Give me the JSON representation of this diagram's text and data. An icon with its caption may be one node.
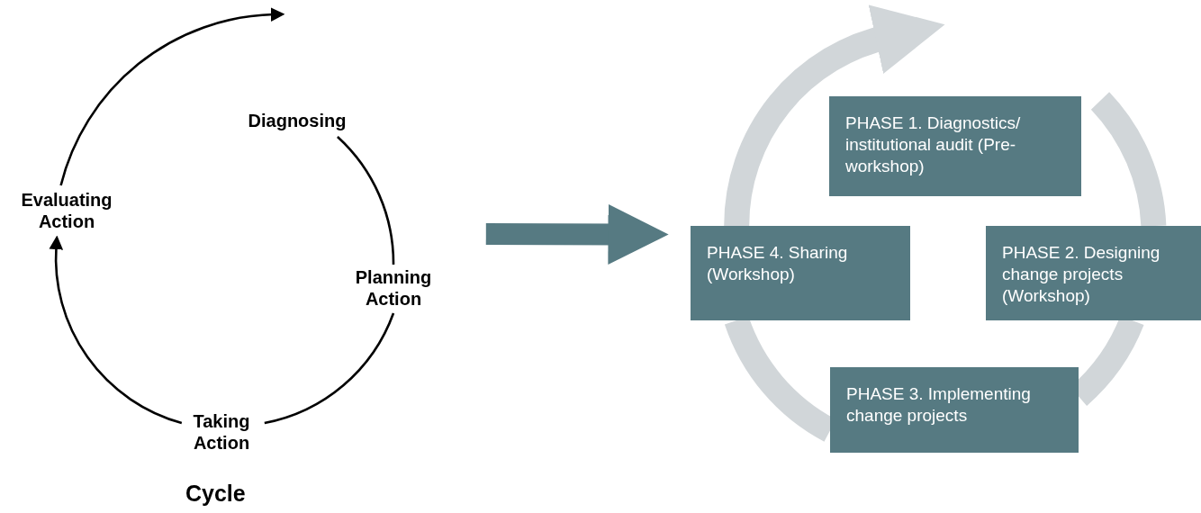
{
  "diagram": {
    "nodes": [
      {
        "text": [
          "Diagnosing"
        ]
      },
      {
        "text": [
          "Planning Action"
        ]
      },
      {
        "text": [
          "Taking Action"
        ]
      },
      {
        "text": [
          "Evaluating Action"
        ]
      },
      {
        "text": [
          "PHASE 1. Diagnostics/ institutional audit (Pre-workshop)"
        ]
      },
      {
        "text": [
          "PHASE 2. Designing change projects (Workshop)"
        ]
      },
      {
        "text": [
          "PHASE 3. Implementing change projects"
        ]
      },
      {
        "text": [
          "PHASE 4. Sharing (Workshop)"
        ]
      }
    ],
    "edges": [
      {
        "from": 0,
        "to": 1,
        "arrow": "none"
      },
      {
        "from": 1,
        "to": 2,
        "arrow": "none"
      },
      {
        "from": 2,
        "to": 3,
        "arrow": "to"
      },
      {
        "from": 3,
        "to": null,
        "arrow": "to"
      },
      {
        "from": 1,
        "to": 7,
        "arrow": "to",
        "color": "#567a82"
      },
      {
        "from": 4,
        "to": 5,
        "arrow": "none",
        "color": "#d1d6d9"
      },
      {
        "from": 5,
        "to": 6,
        "arrow": "none",
        "color": "#d1d6d9"
      },
      {
        "from": 6,
        "to": 7,
        "arrow": "none",
        "color": "#d1d6d9"
      },
      {
        "from": 7,
        "to": 4,
        "arrow": "to",
        "color": "#d1d6d9"
      }
    ],
    "labels": [
      "Cycle"
    ]
  }
}
